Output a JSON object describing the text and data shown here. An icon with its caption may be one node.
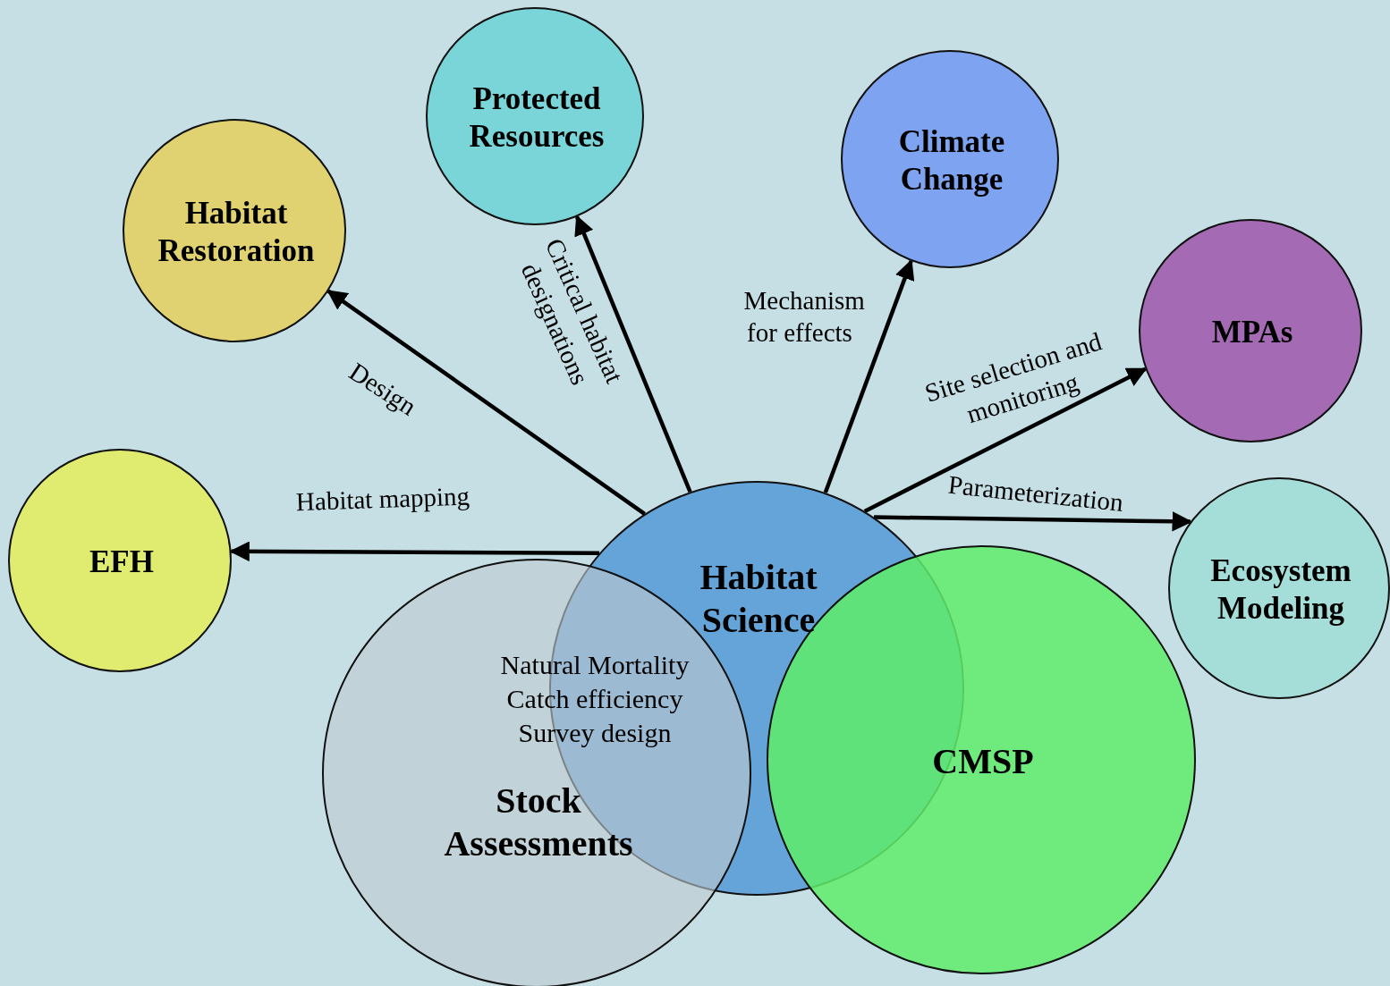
{
  "diagram": {
    "nodes": [
      {
        "text": [
          "Habitat Science"
        ]
      },
      {
        "text": [
          "Stock Assessments"
        ]
      },
      {
        "text": [
          "CMSP"
        ]
      },
      {
        "text": [
          "EFH"
        ]
      },
      {
        "text": [
          "Habitat Restoration"
        ]
      },
      {
        "text": [
          "Protected Resources"
        ]
      },
      {
        "text": [
          "Climate Change"
        ]
      },
      {
        "text": [
          "MPAs"
        ]
      },
      {
        "text": [
          "Ecosystem Modeling"
        ]
      }
    ],
    "edges": [
      {
        "from": 0,
        "to": 3,
        "arrow": "to",
        "label": "Habitat mapping"
      },
      {
        "from": 0,
        "to": 4,
        "arrow": "to",
        "label": "Design"
      },
      {
        "from": 0,
        "to": 5,
        "arrow": "to",
        "label": "Critical habitat designations"
      },
      {
        "from": 0,
        "to": 6,
        "arrow": "to",
        "label": "Mechanism for effects"
      },
      {
        "from": 0,
        "to": 7,
        "arrow": "to",
        "label": "Site selection and monitoring"
      },
      {
        "from": 0,
        "to": 8,
        "arrow": "to",
        "label": "Parameterization"
      }
    ],
    "labels": [
      "Natural Mortality",
      "Catch efficiency",
      "Survey design"
    ]
  }
}
